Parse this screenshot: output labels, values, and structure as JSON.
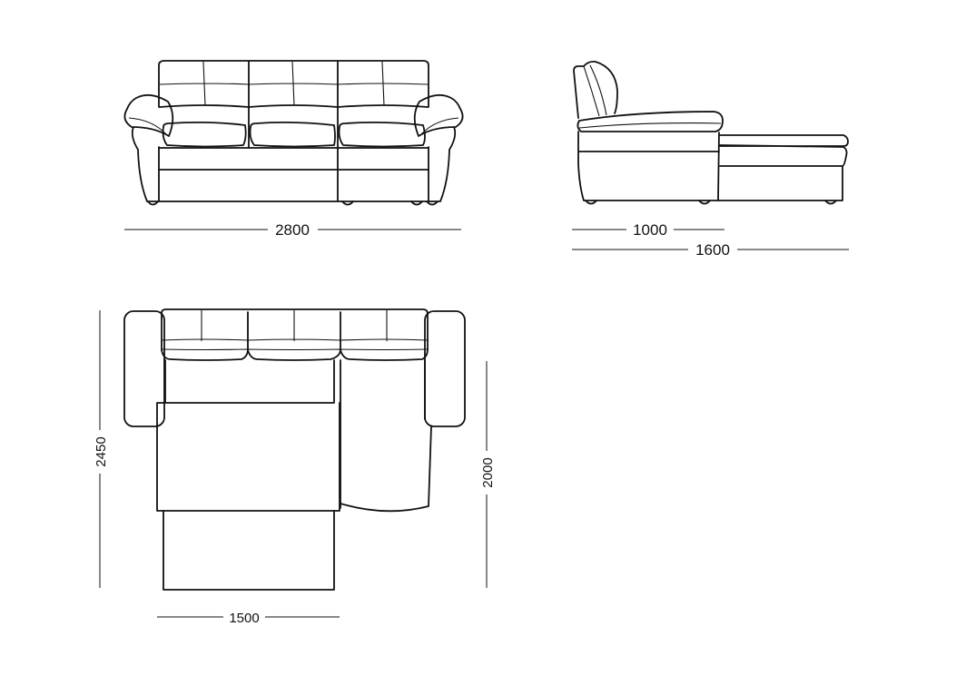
{
  "dimensions": {
    "front_width": "2800",
    "side_depth": "1000",
    "side_chaise_depth": "1600",
    "plan_depth_extended": "2450",
    "plan_chaise_length": "2000",
    "plan_bed_width": "1500"
  }
}
